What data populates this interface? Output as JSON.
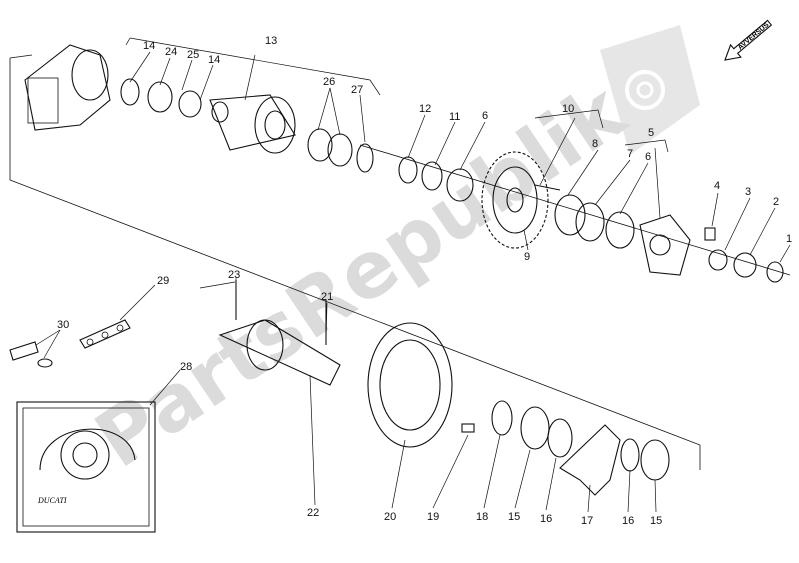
{
  "callouts": {
    "c1": "1",
    "c2": "2",
    "c3": "3",
    "c4": "4",
    "c5": "5",
    "c6a": "6",
    "c6b": "6",
    "c7": "7",
    "c8": "8",
    "c9": "9",
    "c10": "10",
    "c11": "11",
    "c12": "12",
    "c13": "13",
    "c14a": "14",
    "c14b": "14",
    "c15a": "15",
    "c15b": "15",
    "c16a": "16",
    "c16b": "16",
    "c17": "17",
    "c18": "18",
    "c19": "19",
    "c20": "20",
    "c21": "21",
    "c22": "22",
    "c23": "23",
    "c24": "24",
    "c25": "25",
    "c26": "26",
    "c27": "27",
    "c28": "28",
    "c29": "29",
    "c30": "30"
  },
  "direction_marker": "AVVERSUS",
  "watermark": "PartsRepublik",
  "plate_logo": "DUCATI",
  "colors": {
    "line": "#111111",
    "watermark": "#cfcfcf",
    "background": "#ffffff"
  }
}
